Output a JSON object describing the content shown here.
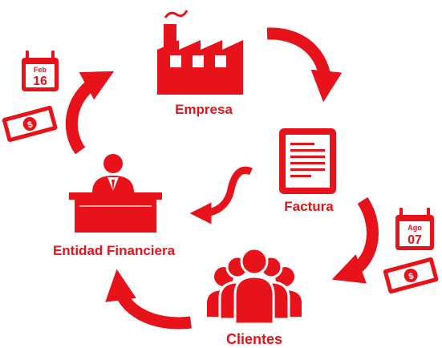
{
  "colors": {
    "primary": "#e8121b",
    "background": "#ffffff",
    "detail": "#ffffff"
  },
  "nodes": {
    "empresa": {
      "label": "Empresa",
      "icon": "factory-icon"
    },
    "factura": {
      "label": "Factura",
      "icon": "invoice-document-icon"
    },
    "clientes": {
      "label": "Clientes",
      "icon": "people-group-icon"
    },
    "entidad": {
      "label": "Entidad Financiera",
      "icon": "banker-desk-icon"
    }
  },
  "calendars": {
    "left": {
      "month": "Feb",
      "day": "16",
      "icon": "calendar-icon"
    },
    "right": {
      "month": "Ago",
      "day": "07",
      "icon": "calendar-icon"
    }
  },
  "money_icons": [
    "money-bill-icon",
    "money-bill-icon"
  ],
  "flow": [
    {
      "from": "empresa",
      "to": "factura"
    },
    {
      "from": "factura",
      "to": "clientes"
    },
    {
      "from": "clientes",
      "to": "entidad"
    },
    {
      "from": "entidad",
      "to": "empresa"
    },
    {
      "from": "factura",
      "to": "entidad"
    }
  ]
}
